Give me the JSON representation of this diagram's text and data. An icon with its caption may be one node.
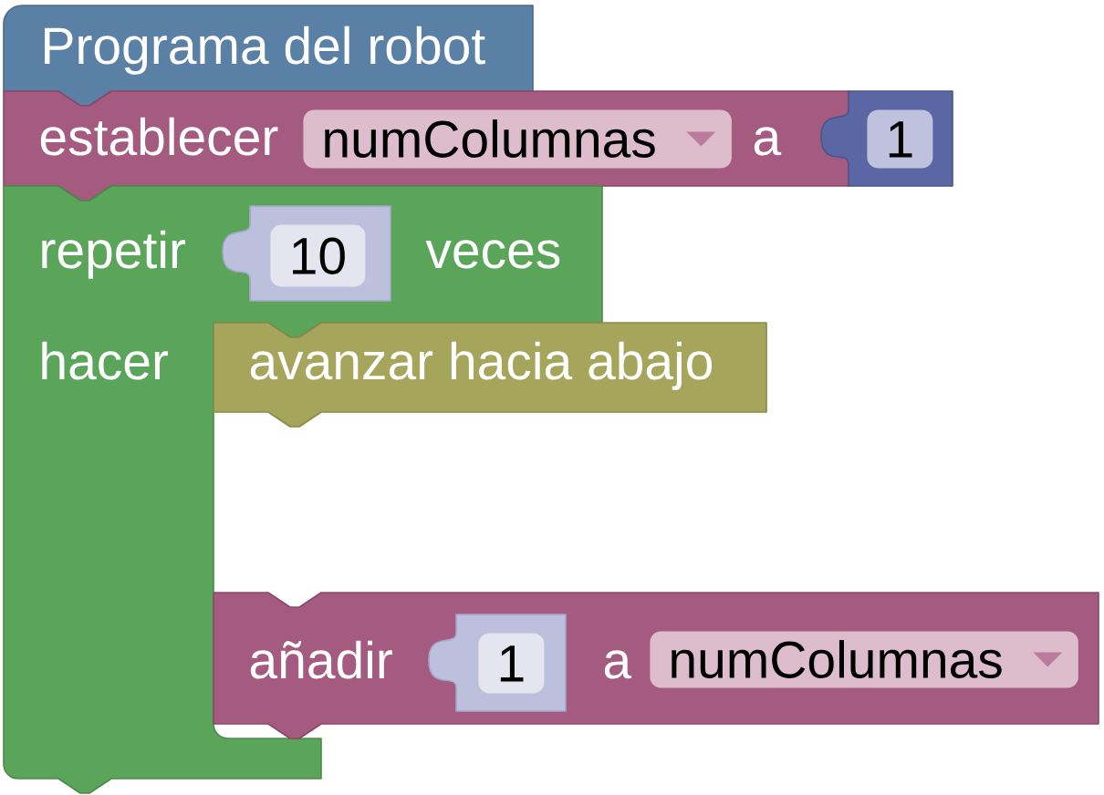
{
  "diagram": {
    "nodes": [
      {
        "text": [
          "Programa del robot"
        ]
      },
      {
        "text": [
          "establecer",
          "a"
        ]
      },
      {
        "text": [
          "numColumnas"
        ],
        "in": 1
      },
      {
        "text": [
          "1"
        ]
      },
      {
        "text": [
          "repetir",
          "veces",
          "hacer"
        ]
      },
      {
        "text": [
          "10"
        ],
        "in": 4
      },
      {
        "text": [
          "avanzar hacia abajo"
        ]
      },
      {
        "text": [
          "añadir",
          "a"
        ]
      },
      {
        "text": [
          "1"
        ],
        "in": 7
      },
      {
        "text": [
          "numColumnas"
        ],
        "in": 7
      }
    ]
  }
}
